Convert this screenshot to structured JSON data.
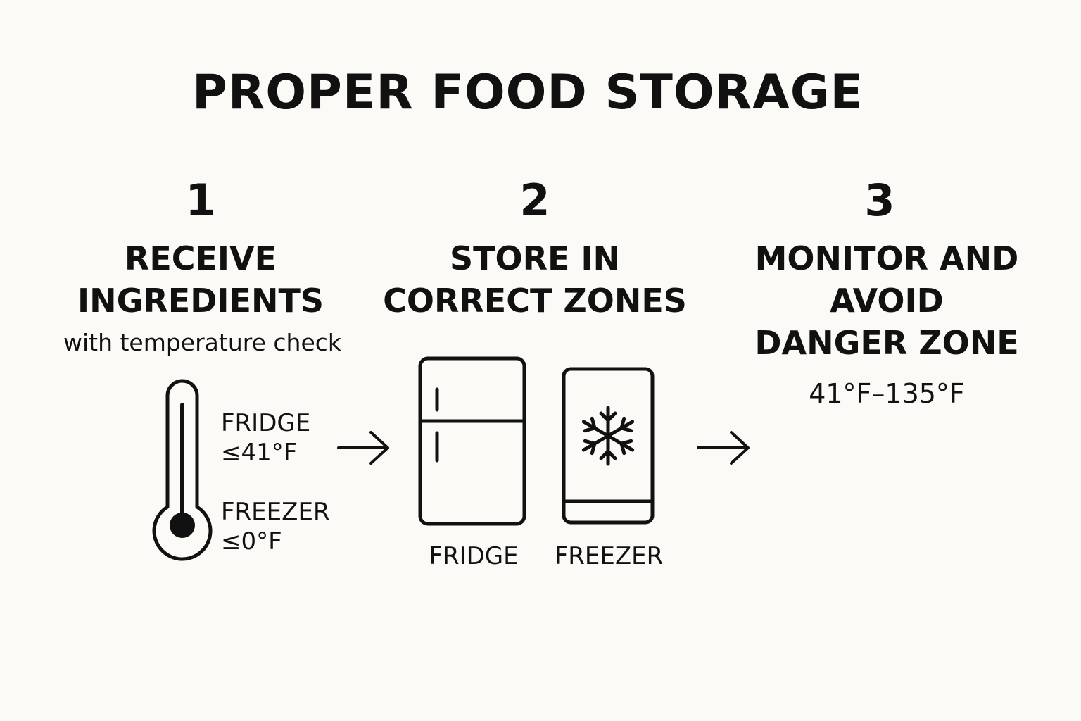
{
  "title": "PROPER FOOD STORAGE",
  "steps": [
    {
      "number": "1",
      "heading_lines": [
        "RECEIVE",
        "INGREDIENTS"
      ],
      "subtext": "with temperature check",
      "icon": "thermometer-icon",
      "temps": [
        {
          "label": "FRIDGE",
          "value": "≤41°F"
        },
        {
          "label": "FREEZER",
          "value": "≤0°F"
        }
      ]
    },
    {
      "number": "2",
      "heading_lines": [
        "STORE IN",
        "CORRECT ZONES"
      ],
      "zones": [
        {
          "icon": "fridge-icon",
          "caption": "FRIDGE"
        },
        {
          "icon": "freezer-snowflake-icon",
          "caption": "FREEZER"
        }
      ]
    },
    {
      "number": "3",
      "heading_lines": [
        "MONITOR AND",
        "AVOID",
        "DANGER ZONE"
      ],
      "range": "41°F–135°F"
    }
  ],
  "arrows": [
    "arrow-right-icon",
    "arrow-right-icon"
  ],
  "colors": {
    "background": "#fbfaf6",
    "ink": "#111111"
  }
}
